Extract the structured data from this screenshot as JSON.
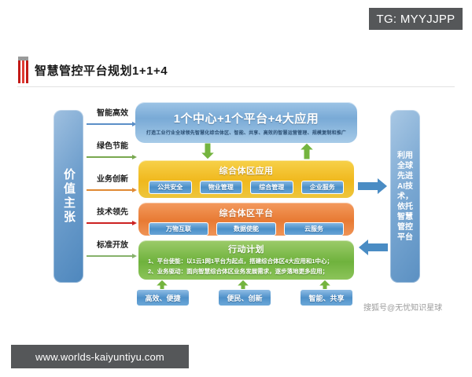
{
  "badge": {
    "tg_label": "TG: MYYJJPP"
  },
  "header": {
    "title": "智慧管控平台规划1+1+4"
  },
  "diagram": {
    "left_pillar": {
      "label": "价值主张"
    },
    "value_items": [
      {
        "label": "智能高效",
        "color": "#5b8fc7"
      },
      {
        "label": "绿色节能",
        "color": "#78a84f"
      },
      {
        "label": "业务创新",
        "color": "#e08a33"
      },
      {
        "label": "技术领先",
        "color": "#cc2222"
      },
      {
        "label": "标准开放",
        "color": "#86b26b"
      }
    ],
    "top_box": {
      "title": "1个中心+1个平台+4大应用",
      "subtitle": "打造工业行业全球领先智慧化综合体区、智能、共享、高效的智慧运营管理、规模复制和推广"
    },
    "application_band": {
      "title": "综合体区应用",
      "chips": [
        "公共安全",
        "物业管理",
        "综合管理",
        "企业服务"
      ]
    },
    "platform_band": {
      "title": "综合体区平台",
      "chips": [
        "万物互联",
        "数据使能",
        "云服务"
      ]
    },
    "action_band": {
      "title": "行动计划",
      "lines": [
        "1、平台使能：以1云1网1平台为起点，搭建综合体区4大应用和1中心；",
        "2、业务驱动：面向智慧综合体区业务发展需求，逐步落地更多应用；"
      ]
    },
    "bottom_chips": [
      "高效、便捷",
      "便民、创新",
      "智能、共享"
    ],
    "right_pillar": {
      "label": "利用全球先进AI技术，依托智慧管控平台"
    },
    "colors": {
      "application_band": "#f0b81d",
      "platform_band": "#e87a33",
      "action_band": "#6fb23d",
      "pillar_blue": "#4e87bd",
      "arrow_green": "#6aaa3c",
      "badge_gray": "#555759",
      "title_mark_red": "#c21b17"
    }
  },
  "watermark": {
    "text": "搜狐号@无忧知识星球"
  },
  "footer": {
    "url": "www.worlds-kaiyuntiyu.com"
  }
}
